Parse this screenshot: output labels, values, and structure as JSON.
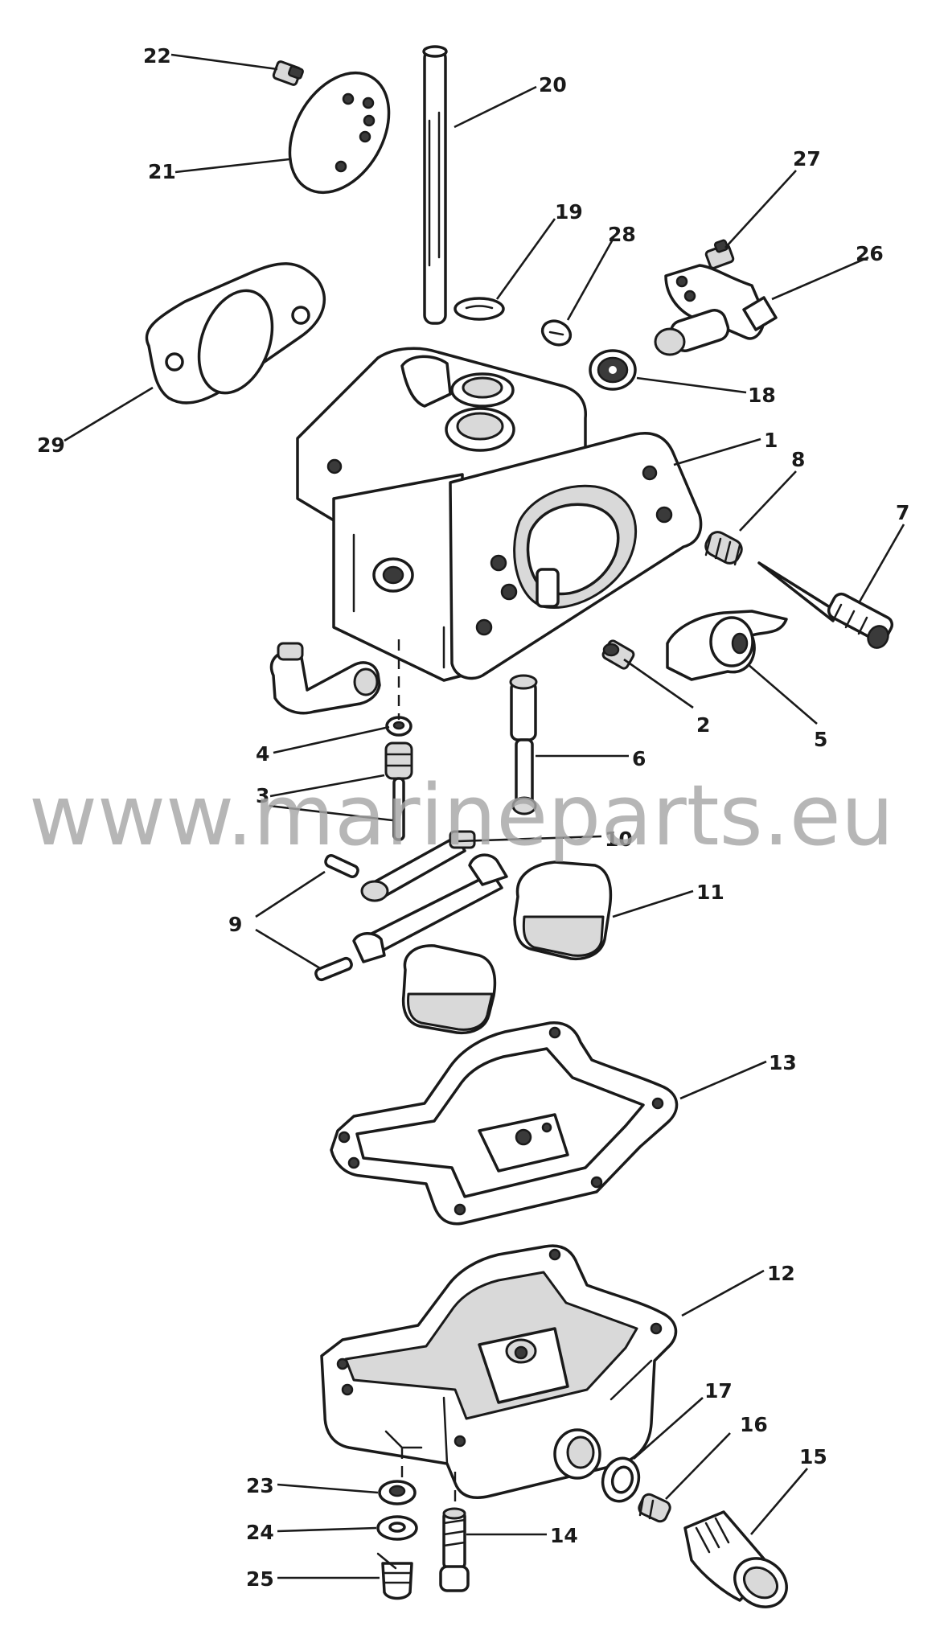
{
  "watermark": "www.marineparts.eu",
  "callouts": {
    "c1": "1",
    "c2": "2",
    "c3": "3",
    "c4": "4",
    "c5": "5",
    "c6": "6",
    "c7": "7",
    "c8": "8",
    "c9": "9",
    "c10": "10",
    "c11": "11",
    "c12": "12",
    "c13": "13",
    "c14": "14",
    "c15": "15",
    "c16": "16",
    "c17": "17",
    "c18": "18",
    "c19": "19",
    "c20": "20",
    "c21": "21",
    "c22": "22",
    "c23": "23",
    "c24": "24",
    "c25": "25",
    "c26": "26",
    "c27": "27",
    "c28": "28",
    "c29": "29"
  }
}
